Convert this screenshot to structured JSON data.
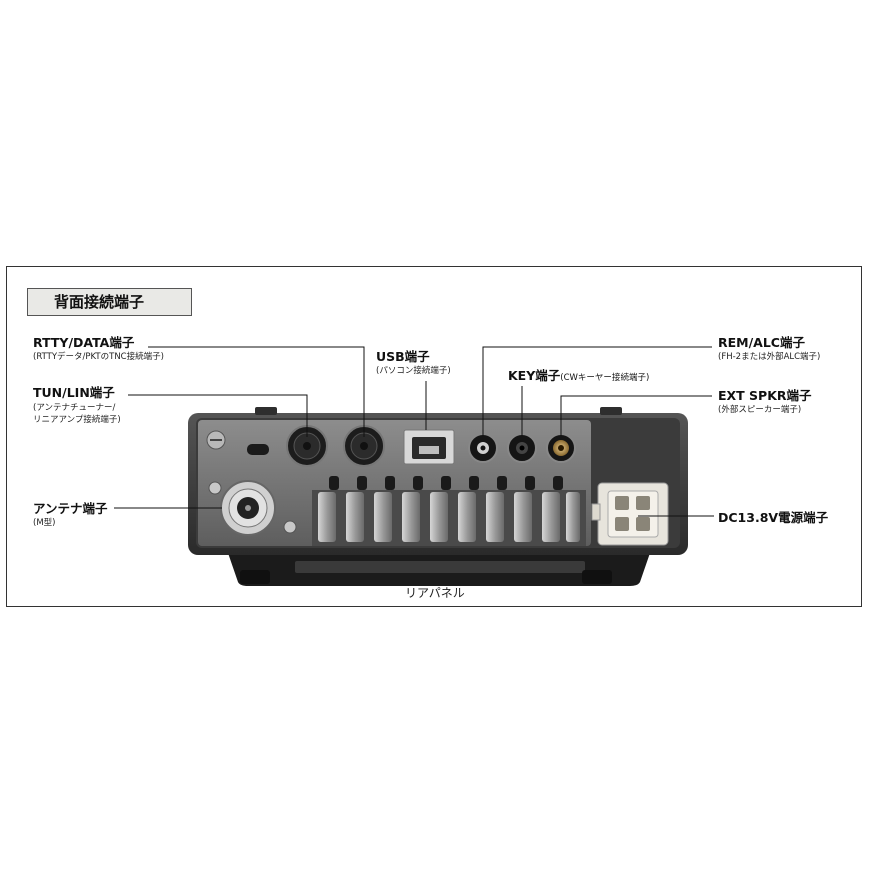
{
  "section_title": "背面接続端子",
  "caption": "リアパネル",
  "labels": {
    "rtty": {
      "title": "RTTY/DATA端子",
      "sub": "(RTTYデータ/PKTのTNC接続端子)"
    },
    "tun": {
      "title": "TUN/LIN端子",
      "sub1": "(アンテナチューナー/",
      "sub2": "リニアアンプ接続端子)"
    },
    "antenna": {
      "title": "アンテナ端子",
      "sub": "(M型)"
    },
    "usb": {
      "title": "USB端子",
      "sub": "(パソコン接続端子)"
    },
    "rem": {
      "title": "REM/ALC端子",
      "sub": "(FH-2または外部ALC端子)"
    },
    "key": {
      "title": "KEY端子",
      "sub": "(CWキーヤー接続端子)"
    },
    "ext": {
      "title": "EXT SPKR端子",
      "sub": "(外部スピーカー端子)"
    },
    "dc": {
      "title": "DC13.8V電源端子"
    }
  }
}
